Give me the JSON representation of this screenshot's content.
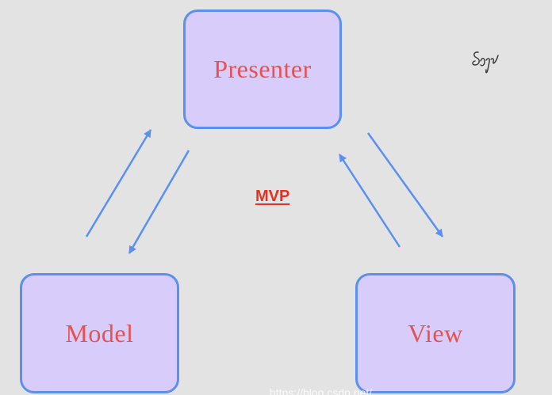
{
  "diagram": {
    "title": "MVP",
    "nodes": {
      "presenter": "Presenter",
      "model": "Model",
      "view": "View"
    },
    "edges": [
      {
        "from": "Model",
        "to": "Presenter"
      },
      {
        "from": "Presenter",
        "to": "Model"
      },
      {
        "from": "Presenter",
        "to": "View"
      },
      {
        "from": "View",
        "to": "Presenter"
      }
    ]
  },
  "colors": {
    "background": "#e3e3e3",
    "node_fill": "#d8ccfb",
    "node_border": "#5b8ff0",
    "node_text": "#e8514f",
    "arrow": "#5b8ff0",
    "title": "#e8301f"
  },
  "watermark": {
    "text": "https://blog.csdn.net/..."
  }
}
